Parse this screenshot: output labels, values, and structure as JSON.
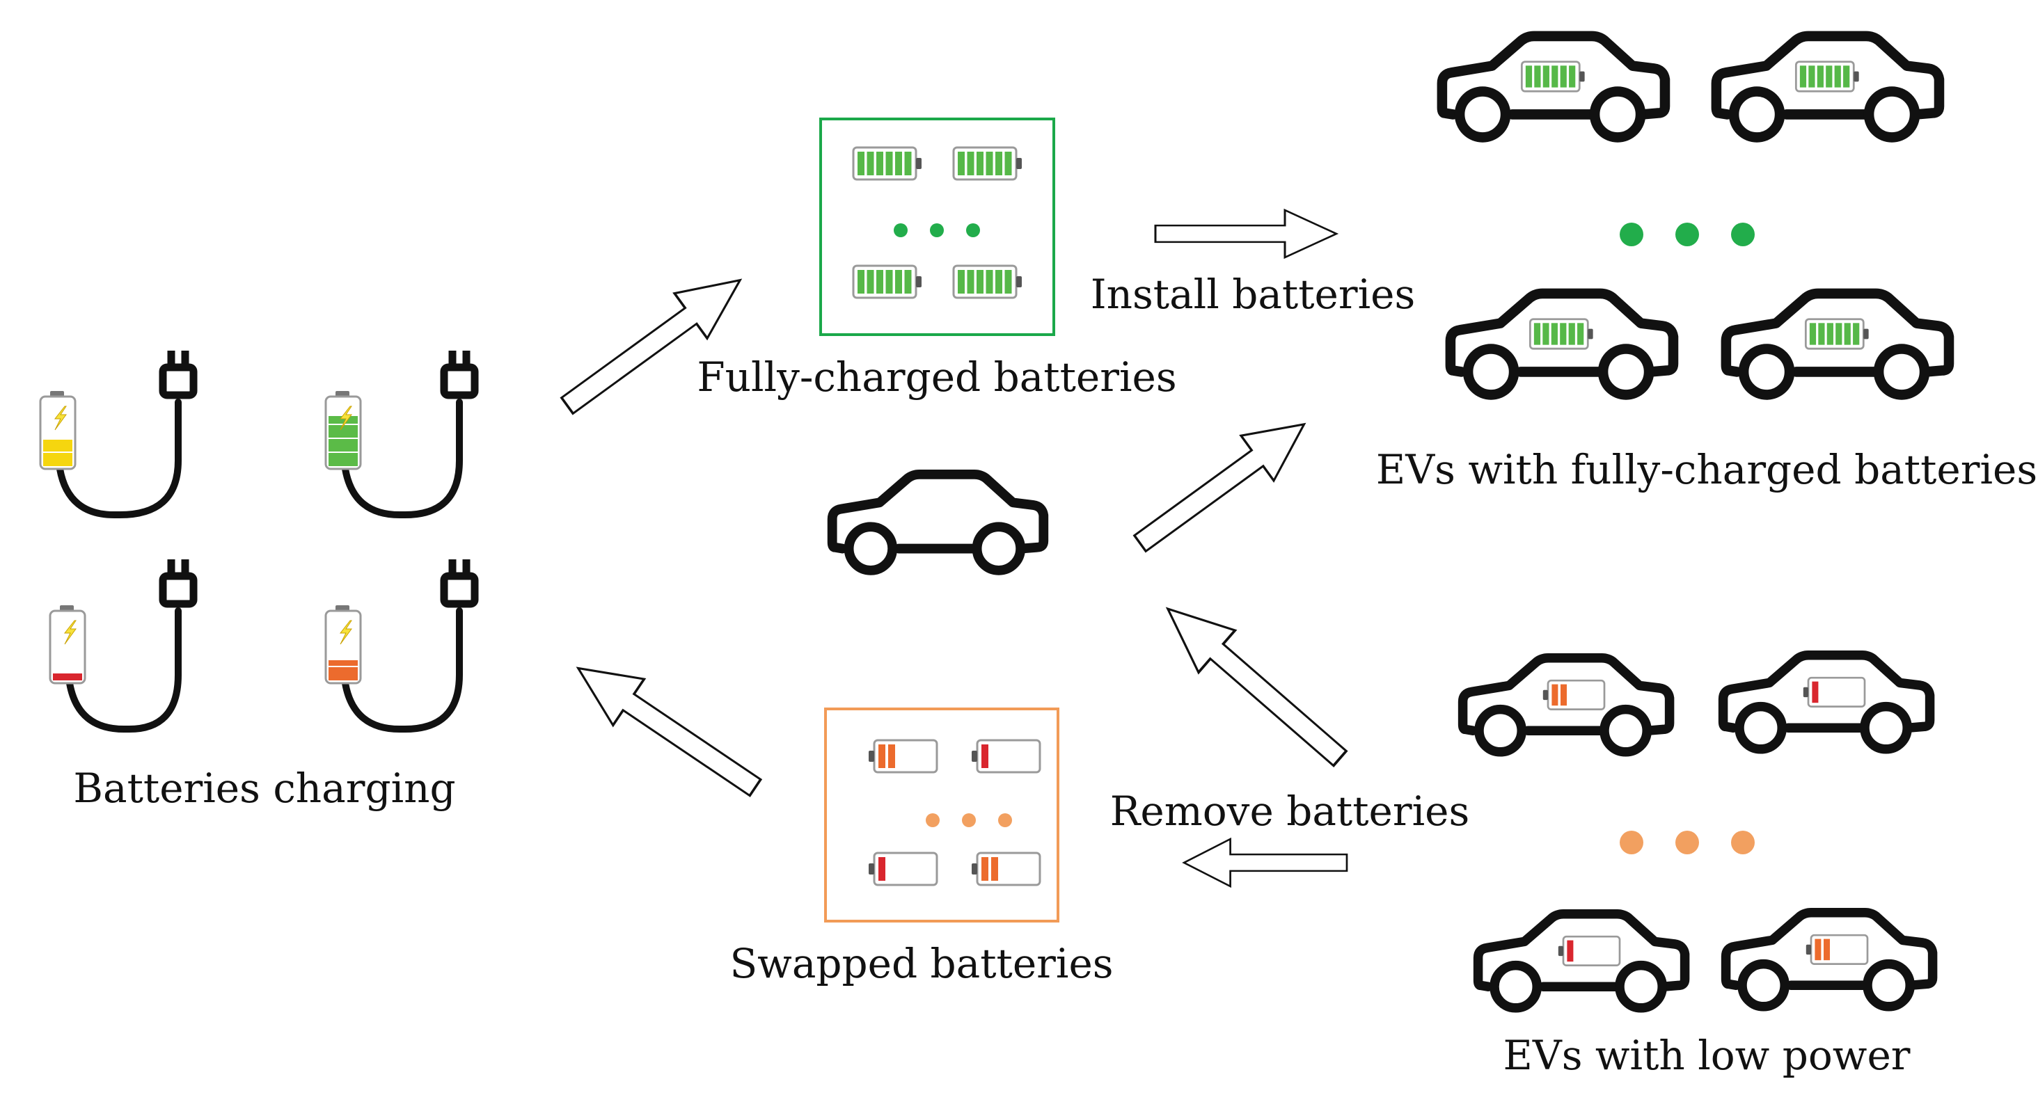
{
  "labels": {
    "charging": "Batteries charging",
    "fully_charged": "Fully-charged batteries",
    "install": "Install batteries",
    "evs_full": "EVs with fully-charged batteries",
    "remove": "Remove batteries",
    "swapped": "Swapped batteries",
    "evs_low": "EVs with low power"
  },
  "charging_stations": [
    {
      "level": 0.4,
      "color": "#f5d60f"
    },
    {
      "level": 0.75,
      "color": "#5bbb47"
    },
    {
      "level": 0.1,
      "color": "#d9262e"
    },
    {
      "level": 0.3,
      "color": "#ec6b2d"
    }
  ],
  "colors": {
    "green": "#1ba84a",
    "green_dot": "#22ad4b",
    "orange": "#f29b57",
    "orange_dot": "#f2a060",
    "battery_green": "#56b848",
    "battery_red": "#d9262e",
    "battery_orange": "#ec6b2d",
    "outline": "#111111"
  },
  "icons": [
    "car-icon",
    "battery-icon",
    "plug-icon",
    "arrow-icon",
    "bolt-icon"
  ]
}
